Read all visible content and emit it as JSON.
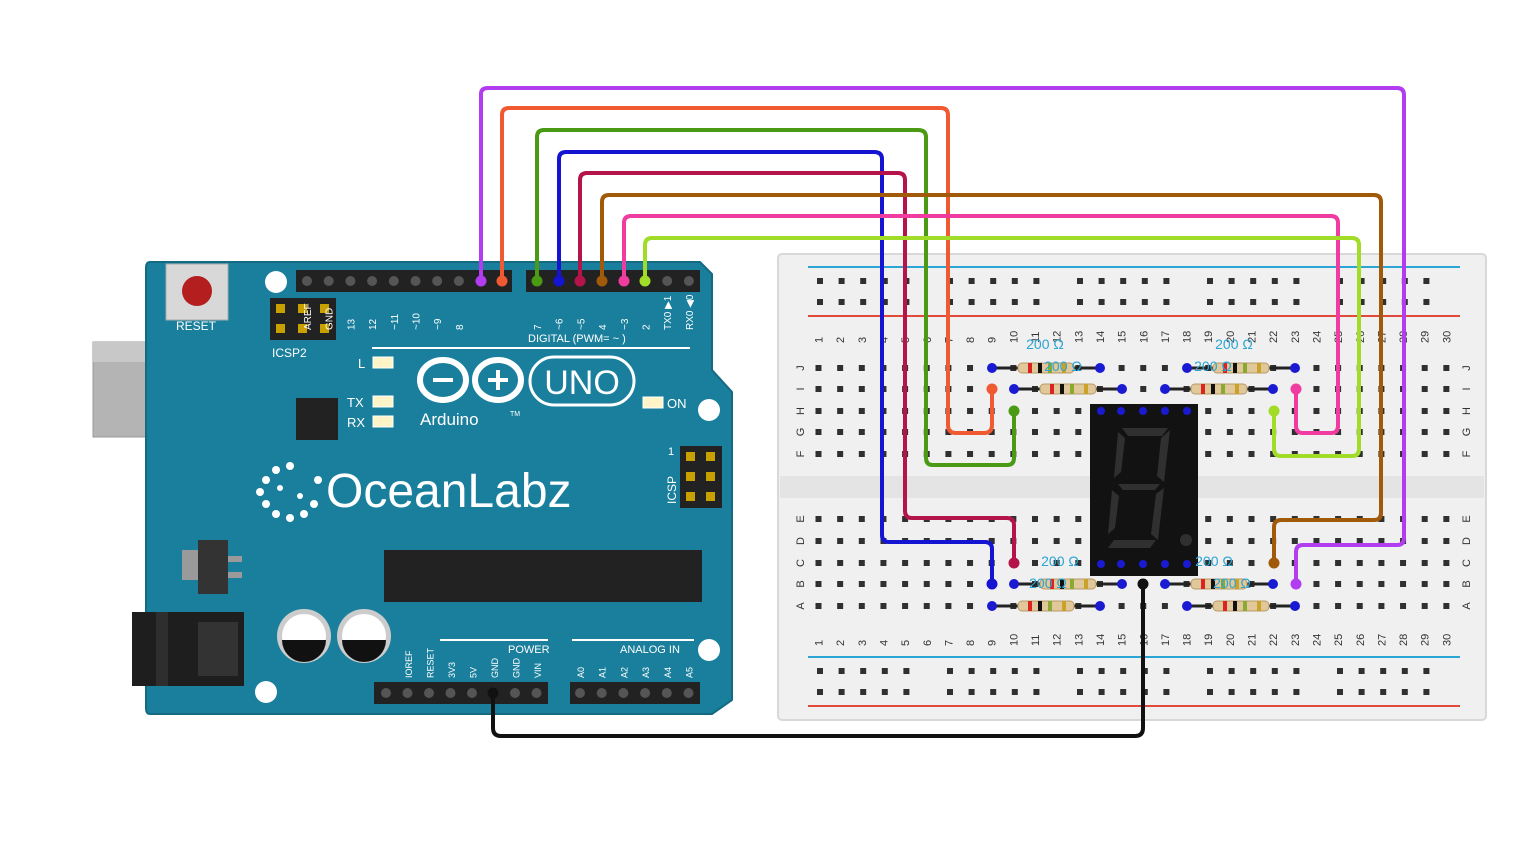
{
  "arduino": {
    "reset_label": "RESET",
    "icsp2_label": "ICSP2",
    "icsp_label": "ICSP",
    "icsp_pin1": "1",
    "digital_label": "DIGITAL (PWM= ~ )",
    "led_l": "L",
    "led_tx": "TX",
    "led_rx": "RX",
    "led_on": "ON",
    "logo_text": "Arduino",
    "tm": "TM",
    "model": "UNO",
    "brand": "OceanLabz",
    "power_label": "POWER",
    "analog_label": "ANALOG IN",
    "digital_pins": [
      "AREF",
      "GND",
      "13",
      "12",
      "~11",
      "~10",
      "~9",
      "8",
      "7",
      "~6",
      "~5",
      "4",
      "~3",
      "2",
      "TX0 ▶1",
      "RX0 ◀0"
    ],
    "power_pins": [
      "IOREF",
      "RESET",
      "3V3",
      "5V",
      "GND",
      "GND",
      "VIN"
    ],
    "analog_pins": [
      "A0",
      "A1",
      "A2",
      "A3",
      "A4",
      "A5"
    ]
  },
  "breadboard": {
    "columns": [
      "1",
      "2",
      "3",
      "4",
      "5",
      "6",
      "7",
      "8",
      "9",
      "10",
      "11",
      "12",
      "13",
      "14",
      "15",
      "16",
      "17",
      "18",
      "19",
      "20",
      "21",
      "22",
      "23",
      "24",
      "25",
      "26",
      "27",
      "28",
      "29",
      "30"
    ],
    "top_rows": [
      "J",
      "I",
      "H",
      "G",
      "F"
    ],
    "bottom_rows": [
      "E",
      "D",
      "C",
      "B",
      "A"
    ]
  },
  "resistors": [
    {
      "label": "200 Ω"
    },
    {
      "label": "200 Ω"
    },
    {
      "label": "200 Ω"
    },
    {
      "label": "200 Ω"
    },
    {
      "label": "200 Ω"
    },
    {
      "label": "200 Ω"
    },
    {
      "label": "200 Ω"
    },
    {
      "label": "200 Ω"
    }
  ],
  "wire_colors": {
    "purple": "#b23cf0",
    "orange": "#f05a32",
    "green": "#4a9a14",
    "blue": "#1414d2",
    "crimson": "#b4144a",
    "brown": "#a05a0a",
    "pink": "#f03ca0",
    "lime": "#a0dc28",
    "black": "#111111"
  }
}
